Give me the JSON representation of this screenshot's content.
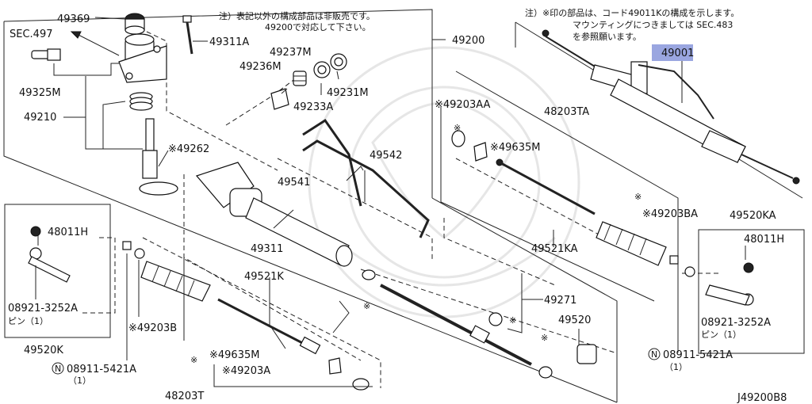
{
  "highlight_color": "#9aa6e0",
  "notes": {
    "note_left_1": "注）表記以外の構成部品は非販売です。",
    "note_left_2": "49200で対応して下さい。",
    "note_right_1": "注）※印の部品は、コード49011Kの構成を示します。",
    "note_right_2": "マウンティングにつきましては SEC.483",
    "note_right_3": "を参照願います。"
  },
  "labels": {
    "p49369": "49369",
    "sec497": "SEC.497",
    "p49311a": "49311A",
    "p49325m": "49325M",
    "p49237m": "49237M",
    "p49236m": "49236M",
    "p49231m": "49231M",
    "p49233a": "49233A",
    "p49210": "49210",
    "p49262": "※49262",
    "p49200": "49200",
    "p49001": "49001",
    "p49203aa": "※49203AA",
    "p48203ta": "48203TA",
    "p49635m_r": "※49635M",
    "p49542": "49542",
    "p49541": "49541",
    "p49203ba": "※49203BA",
    "p49520ka": "49520KA",
    "p48011h_r": "48011H",
    "p49311": "49311",
    "p49521ka": "49521KA",
    "p48011h_l": "48011H",
    "p49521k": "49521K",
    "p08921_l": "08921-3252A",
    "pin_l": "ピン（1）",
    "p49271": "49271",
    "p08921_r": "08921-3252A",
    "pin_r": "ピン（1）",
    "p49203b": "※49203B",
    "p49520k": "49520K",
    "p49520": "49520",
    "p49635m_l": "※49635M",
    "p08911_l": "08911-5421A",
    "qty_l": "（1）",
    "p49203a": "※49203A",
    "p08911_r": "08911-5421A",
    "qty_r": "（1）",
    "p48203t": "48203T",
    "diagram_id": "J49200B8",
    "n_l": "N",
    "n_r": "N"
  },
  "marks": {
    "asterisk": "※"
  }
}
